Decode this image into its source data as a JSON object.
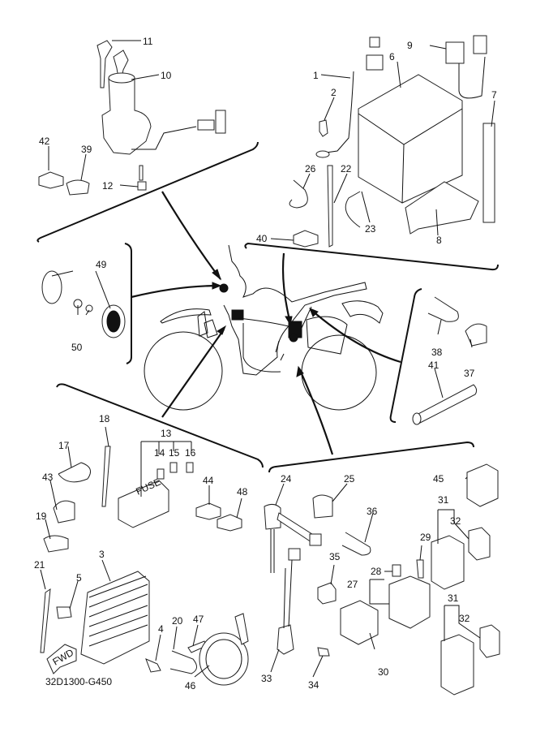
{
  "diagram": {
    "title": "Electrical parts exploded diagram",
    "code": "32D1300-G450",
    "fwd_label": "FWD",
    "fuse_label": "FUSE",
    "groups": {
      "ignition": [
        "10",
        "11",
        "12",
        "39",
        "42"
      ],
      "battery": [
        "1",
        "2",
        "6",
        "7",
        "8",
        "9",
        "22",
        "23",
        "26",
        "40"
      ],
      "reflector": [
        "49",
        "50"
      ],
      "rear_clamps": [
        "37",
        "38",
        "41"
      ],
      "front_left": [
        "3",
        "4",
        "5",
        "13",
        "14",
        "15",
        "16",
        "17",
        "18",
        "19",
        "20",
        "21",
        "43",
        "44",
        "46",
        "47",
        "48"
      ],
      "rear_right": [
        "24",
        "25",
        "27",
        "28",
        "29",
        "30",
        "31",
        "32",
        "33",
        "34",
        "35",
        "36",
        "45"
      ]
    },
    "labels": {
      "l1": "1",
      "l2": "2",
      "l3": "3",
      "l4": "4",
      "l5": "5",
      "l6": "6",
      "l7": "7",
      "l8": "8",
      "l9": "9",
      "l10": "10",
      "l11": "11",
      "l12": "12",
      "l13": "13",
      "l14": "14",
      "l15": "15",
      "l16": "16",
      "l17": "17",
      "l18": "18",
      "l19": "19",
      "l20": "20",
      "l21": "21",
      "l22": "22",
      "l23": "23",
      "l24": "24",
      "l25": "25",
      "l26": "26",
      "l27": "27",
      "l28": "28",
      "l29": "29",
      "l30": "30",
      "l31a": "31",
      "l31b": "31",
      "l32a": "32",
      "l32b": "32",
      "l33": "33",
      "l34": "34",
      "l35": "35",
      "l36": "36",
      "l37": "37",
      "l38": "38",
      "l39": "39",
      "l40": "40",
      "l41": "41",
      "l42": "42",
      "l43": "43",
      "l44": "44",
      "l45": "45",
      "l46": "46",
      "l47": "47",
      "l48": "48",
      "l49": "49",
      "l50": "50"
    }
  }
}
